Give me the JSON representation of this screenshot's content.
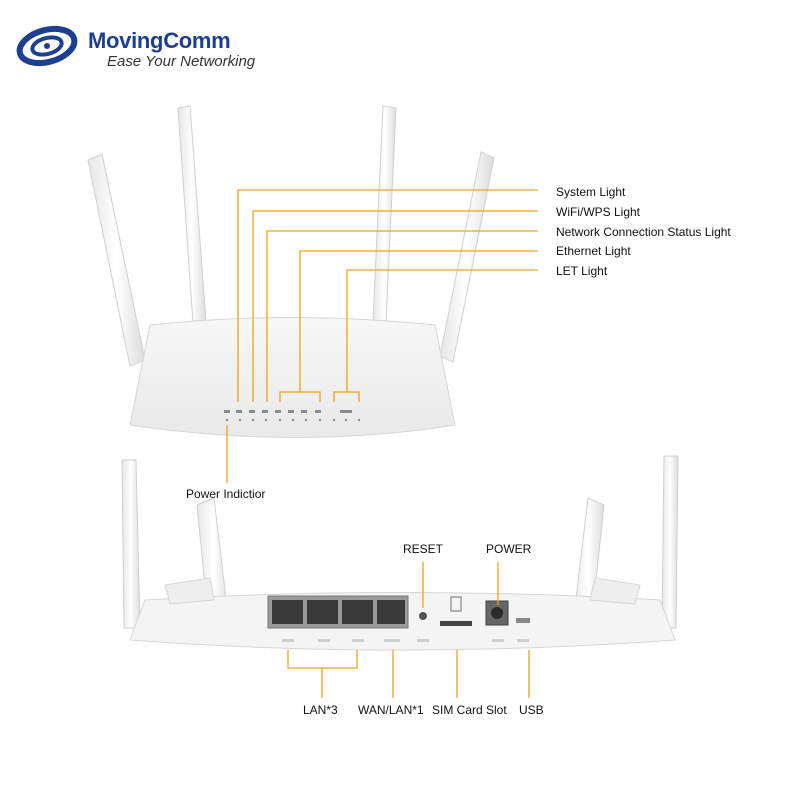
{
  "brand": {
    "name": "MovingComm",
    "tagline": "Ease Your Networking",
    "color": "#1c3f8f"
  },
  "leader_color": "#f0a21c",
  "front_labels": {
    "system": "System Light",
    "wifi_wps": "WiFi/WPS Light",
    "network_status": "Network Connection Status Light",
    "ethernet": "Ethernet Light",
    "let": "LET Light",
    "power_indicator": "Power Indictior"
  },
  "rear_labels": {
    "reset": "RESET",
    "power": "POWER",
    "lan": "LAN*3",
    "wan_lan": "WAN/LAN*1",
    "sim_slot": "SIM Card Slot",
    "usb": "USB"
  }
}
